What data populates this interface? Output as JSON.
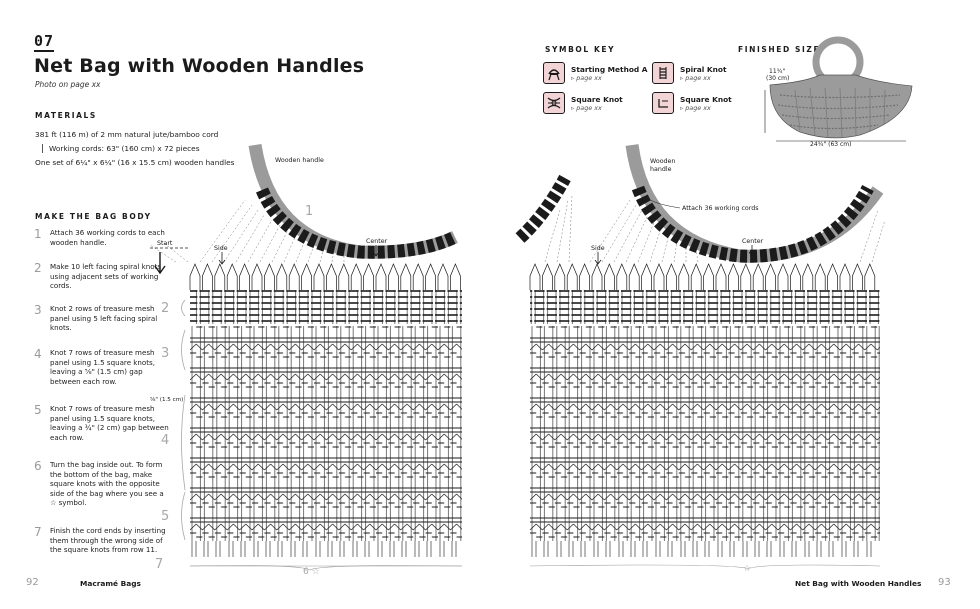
{
  "header": {
    "number": "07",
    "title": "Net Bag with Wooden Handles",
    "photo_ref": "Photo on page xx"
  },
  "materials": {
    "heading": "MATERIALS",
    "line1": "381 ft (116 m) of 2 mm natural jute/bamboo cord",
    "line2": "Working cords: 63\" (160 cm) x 72 pieces",
    "line3": "One set of 6¼\" x 6¼\" (16 x 15.5 cm) wooden handles"
  },
  "make": {
    "heading": "MAKE THE BAG BODY",
    "steps": [
      {
        "num": "1",
        "text": "Attach 36 working cords to each wooden handle."
      },
      {
        "num": "2",
        "text": "Make 10 left facing spiral knots using adjacent sets of working cords."
      },
      {
        "num": "3",
        "text": "Knot 2 rows of treasure mesh panel using 5 left facing spiral knots."
      },
      {
        "num": "4",
        "text": "Knot 7 rows of treasure mesh panel using 1.5 square knots, leaving a ⅝\" (1.5 cm) gap between each row."
      },
      {
        "num": "5",
        "text": "Knot 7 rows of treasure mesh panel using 1.5 square knots, leaving a ¾\" (2 cm) gap between each row."
      },
      {
        "num": "6",
        "text": "Turn the bag inside out. To form the bottom of the bag, make square knots with the opposite side of the bag where you see a ☆ symbol."
      },
      {
        "num": "7",
        "text": "Finish the cord ends by inserting them through the wrong side of the square knots from row 11."
      }
    ]
  },
  "symbol_key": {
    "heading": "SYMBOL KEY",
    "items": [
      {
        "name": "Starting Method A",
        "ref": "▹ page xx",
        "icon": "starting-method-icon"
      },
      {
        "name": "Spiral Knot",
        "ref": "▹ page xx",
        "icon": "spiral-knot-icon"
      },
      {
        "name": "Square Knot",
        "ref": "▹ page xx",
        "icon": "square-knot-icon"
      },
      {
        "name": "Square Knot",
        "ref": "▹ page xx",
        "icon": "square-knot-bracket-icon"
      }
    ]
  },
  "finished_size": {
    "heading": "FINISHED SIZE",
    "height": "11¾\"",
    "height_cm": "(30 cm)",
    "width": "24¾\" (63 cm)"
  },
  "diagram_labels": {
    "wooden_handle": "Wooden handle",
    "wooden_handle_r1": "Wooden",
    "wooden_handle_r2": "handle",
    "attach": "Attach 36 working cords",
    "side": "Side",
    "center": "Center",
    "start": "Start",
    "gap": "⅝\" (1.5 cm)",
    "row_labels": [
      "1",
      "2",
      "3",
      "4",
      "5",
      "6",
      "7"
    ],
    "bottom_marker": "6 ☆",
    "right_star": "☆"
  },
  "footer": {
    "left_page": "92",
    "left_title": "Macramé Bags",
    "right_title": "Net Bag with Wooden Handles",
    "right_page": "93"
  },
  "colors": {
    "pink": "#f2d3d6",
    "handle_grey": "#9b9b9b",
    "handle_black": "#1b1b1b",
    "step_grey": "#9a9a9a"
  }
}
